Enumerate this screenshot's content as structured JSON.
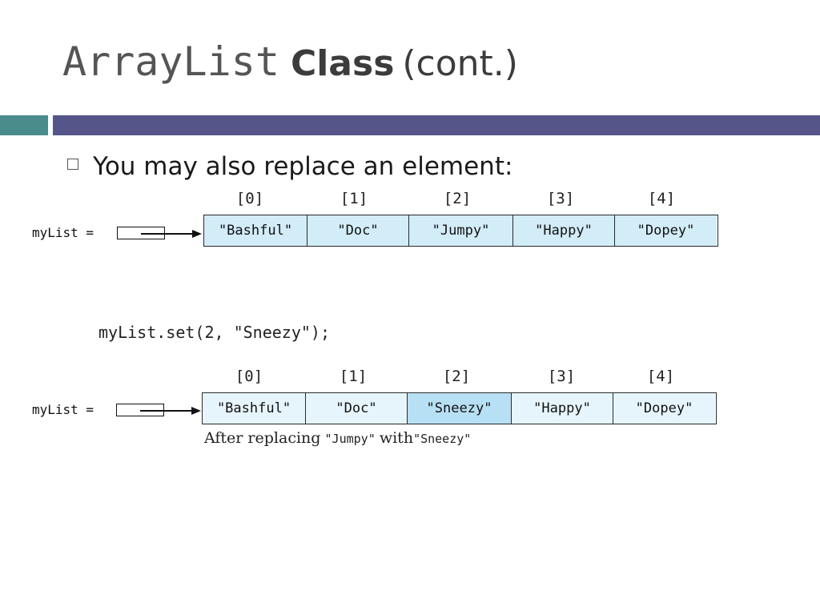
{
  "title": {
    "mono_part": "ArrayList",
    "bold_part": "Class",
    "normal_part": "(cont.)"
  },
  "bullet": {
    "text": "You may also replace an element:"
  },
  "diagram_before": {
    "var_label": "myList =",
    "indices": [
      "[0]",
      "[1]",
      "[2]",
      "[3]",
      "[4]"
    ],
    "cells": [
      "\"Bashful\"",
      "\"Doc\"",
      "\"Jumpy\"",
      "\"Happy\"",
      "\"Dopey\""
    ]
  },
  "code": "myList.set(2, \"Sneezy\");",
  "diagram_after": {
    "var_label": "myList =",
    "indices": [
      "[0]",
      "[1]",
      "[2]",
      "[3]",
      "[4]"
    ],
    "cells": [
      "\"Bashful\"",
      "\"Doc\"",
      "\"Sneezy\"",
      "\"Happy\"",
      "\"Dopey\""
    ],
    "highlighted_index": 2
  },
  "caption": {
    "part1": "After replacing",
    "part2": "\"Jumpy\"",
    "part3": "with",
    "part4": "\"Sneezy\""
  },
  "colors": {
    "teal_bar": "#4a8c8c",
    "blue_bar": "#55558a",
    "cell_fill": "#d2ecf8",
    "cell_highlight": "#b8e0f4"
  }
}
